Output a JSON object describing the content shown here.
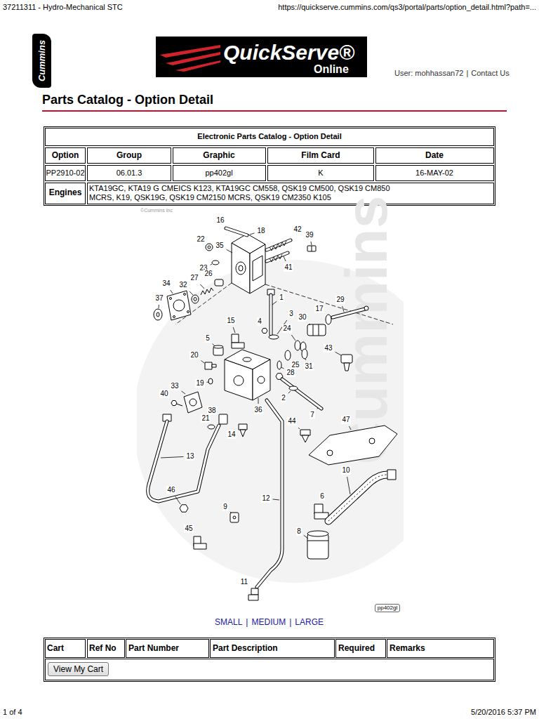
{
  "diagram": {
    "title": "Parts Catalog - Option Detail",
    "nodes": [
      {
        "text": [
          "Cummins"
        ]
      },
      {
        "text": [
          "QuickServe®",
          "Online"
        ]
      },
      {
        "text": [
          "View My Cart"
        ]
      }
    ],
    "labels": [
      "37211311 - Hydro-Mechanical STC",
      "https://quickserve.cummins.com/qs3/portal/parts/option_detail.html?path=...",
      "User: mohhassan72",
      "|",
      "Contact Us",
      "Electronic Parts Catalog - Option Detail",
      "Option",
      "Group",
      "Graphic",
      "Film Card",
      "Date",
      "PP2910-02",
      "06.01.3",
      "pp402gl",
      "K",
      "16-MAY-02",
      "Engines",
      "KTA19GC, KTA19 G CMEICS K123, KTA19GC CM558, QSK19 CM500, QSK19 CM850 MCRS, K19, QSK19G, QSK19 CM2150 MCRS, QSK19 CM2350 K105",
      "©Cummins Inc",
      "Cummins",
      "16",
      "18",
      "42",
      "39",
      "22",
      "35",
      "23",
      "41",
      "27",
      "26",
      "34",
      "32",
      "37",
      "1",
      "17",
      "29",
      "3",
      "15",
      "4",
      "30",
      "24",
      "5",
      "43",
      "25",
      "31",
      "28",
      "20",
      "19",
      "2",
      "33",
      "40",
      "7",
      "38",
      "21",
      "36",
      "14",
      "44",
      "47",
      "13",
      "10",
      "46",
      "12",
      "9",
      "6",
      "45",
      "8",
      "11",
      "pp402gl",
      "SMALL",
      "|",
      "MEDIUM",
      "|",
      "LARGE",
      "Cart",
      "Ref No",
      "Part Number",
      "Part Description",
      "Required",
      "Remarks",
      "1 of 4",
      "5/20/2016 5:37 PM"
    ]
  }
}
